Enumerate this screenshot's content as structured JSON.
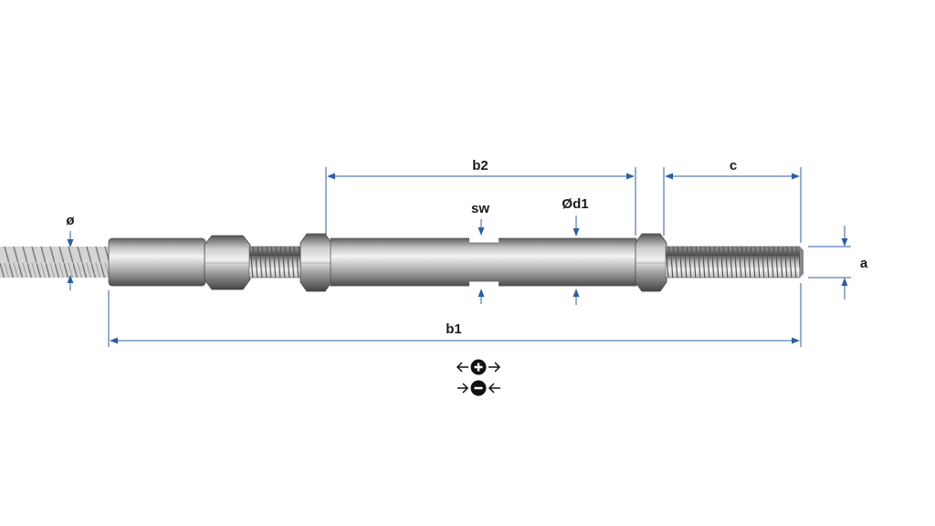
{
  "diagram": {
    "labels": {
      "b2": "b2",
      "c": "c",
      "sw": "sw",
      "d1": "Ød1",
      "diameter": "ø",
      "a": "a",
      "b1": "b1"
    },
    "legend": {
      "tighten_symbol": "plus-icon",
      "loosen_symbol": "minus-icon"
    },
    "colors": {
      "dimension": "#2e5f9e",
      "steel_light": "#e8e8e8",
      "steel_dark": "#6a6a6a"
    }
  }
}
